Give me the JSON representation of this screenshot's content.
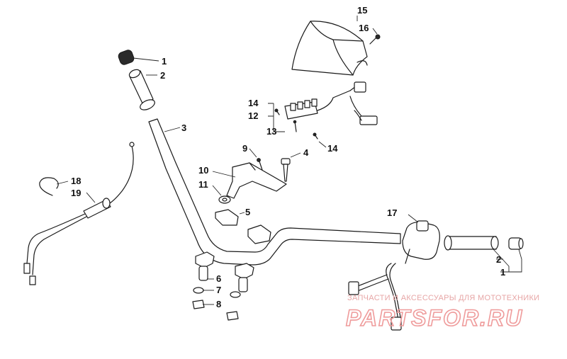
{
  "callouts": {
    "c1_top": "1",
    "c2_top": "2",
    "c3": "3",
    "c4": "4",
    "c5": "5",
    "c6": "6",
    "c7": "7",
    "c8": "8",
    "c9": "9",
    "c10": "10",
    "c11": "11",
    "c12": "12",
    "c13": "13",
    "c14_top": "14",
    "c14_right": "14",
    "c15": "15",
    "c16": "16",
    "c17": "17",
    "c18": "18",
    "c19": "19",
    "c2_right": "2",
    "c1_right": "1"
  },
  "watermark": {
    "caption": "ЗАПЧАСТИ И АКСЕССУАРЫ ДЛЯ МОТОТЕХНИКИ",
    "logo": "PARTSFOR.RU",
    "color": "#ef9b9b"
  },
  "colors": {
    "line": "#1a1a1a",
    "background": "#ffffff"
  }
}
